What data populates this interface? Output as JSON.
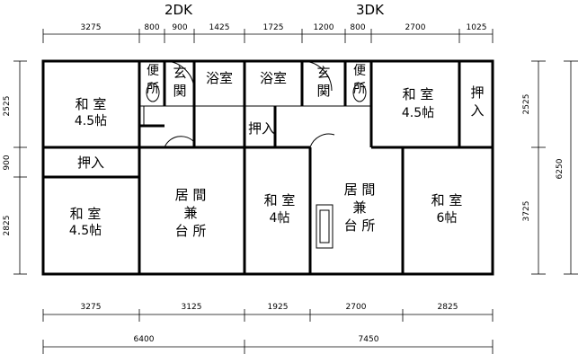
{
  "titles": {
    "left": "2DK",
    "right": "3DK"
  },
  "dims": {
    "top": [
      "3275",
      "800",
      "900",
      "1425",
      "1725",
      "1200",
      "800",
      "2700",
      "1025"
    ],
    "bottom1": [
      "3275",
      "3125",
      "1925",
      "2700",
      "2825"
    ],
    "bottom2": [
      "6400",
      "7450"
    ],
    "left": [
      "2525",
      "900",
      "2825"
    ],
    "right_inner": [
      "2525",
      "3725"
    ],
    "right_outer": "6250"
  },
  "rooms": {
    "washitsu_a": {
      "l1": "和 室",
      "l2": "4.5帖"
    },
    "benjo_a": "便所",
    "genkan_a": "玄関",
    "yokushitsu_a": "浴室",
    "oshiire_a": "押入",
    "washitsu_b": {
      "l1": "和 室",
      "l2": "4.5帖"
    },
    "ima_a": {
      "l1": "居 間",
      "l2": "兼",
      "l3": "台 所"
    },
    "yokushitsu_b": "浴室",
    "genkan_b": "玄関",
    "benjo_b": "便所",
    "washitsu_c": {
      "l1": "和 室",
      "l2": "4.5帖"
    },
    "oshiire_b": "押入",
    "oshiire_c": "押入",
    "washitsu_d": {
      "l1": "和 室",
      "l2": "4帖"
    },
    "ima_b": {
      "l1": "居 間",
      "l2": "兼",
      "l3": "台 所"
    },
    "washitsu_e": {
      "l1": "和 室",
      "l2": "6帖"
    }
  }
}
